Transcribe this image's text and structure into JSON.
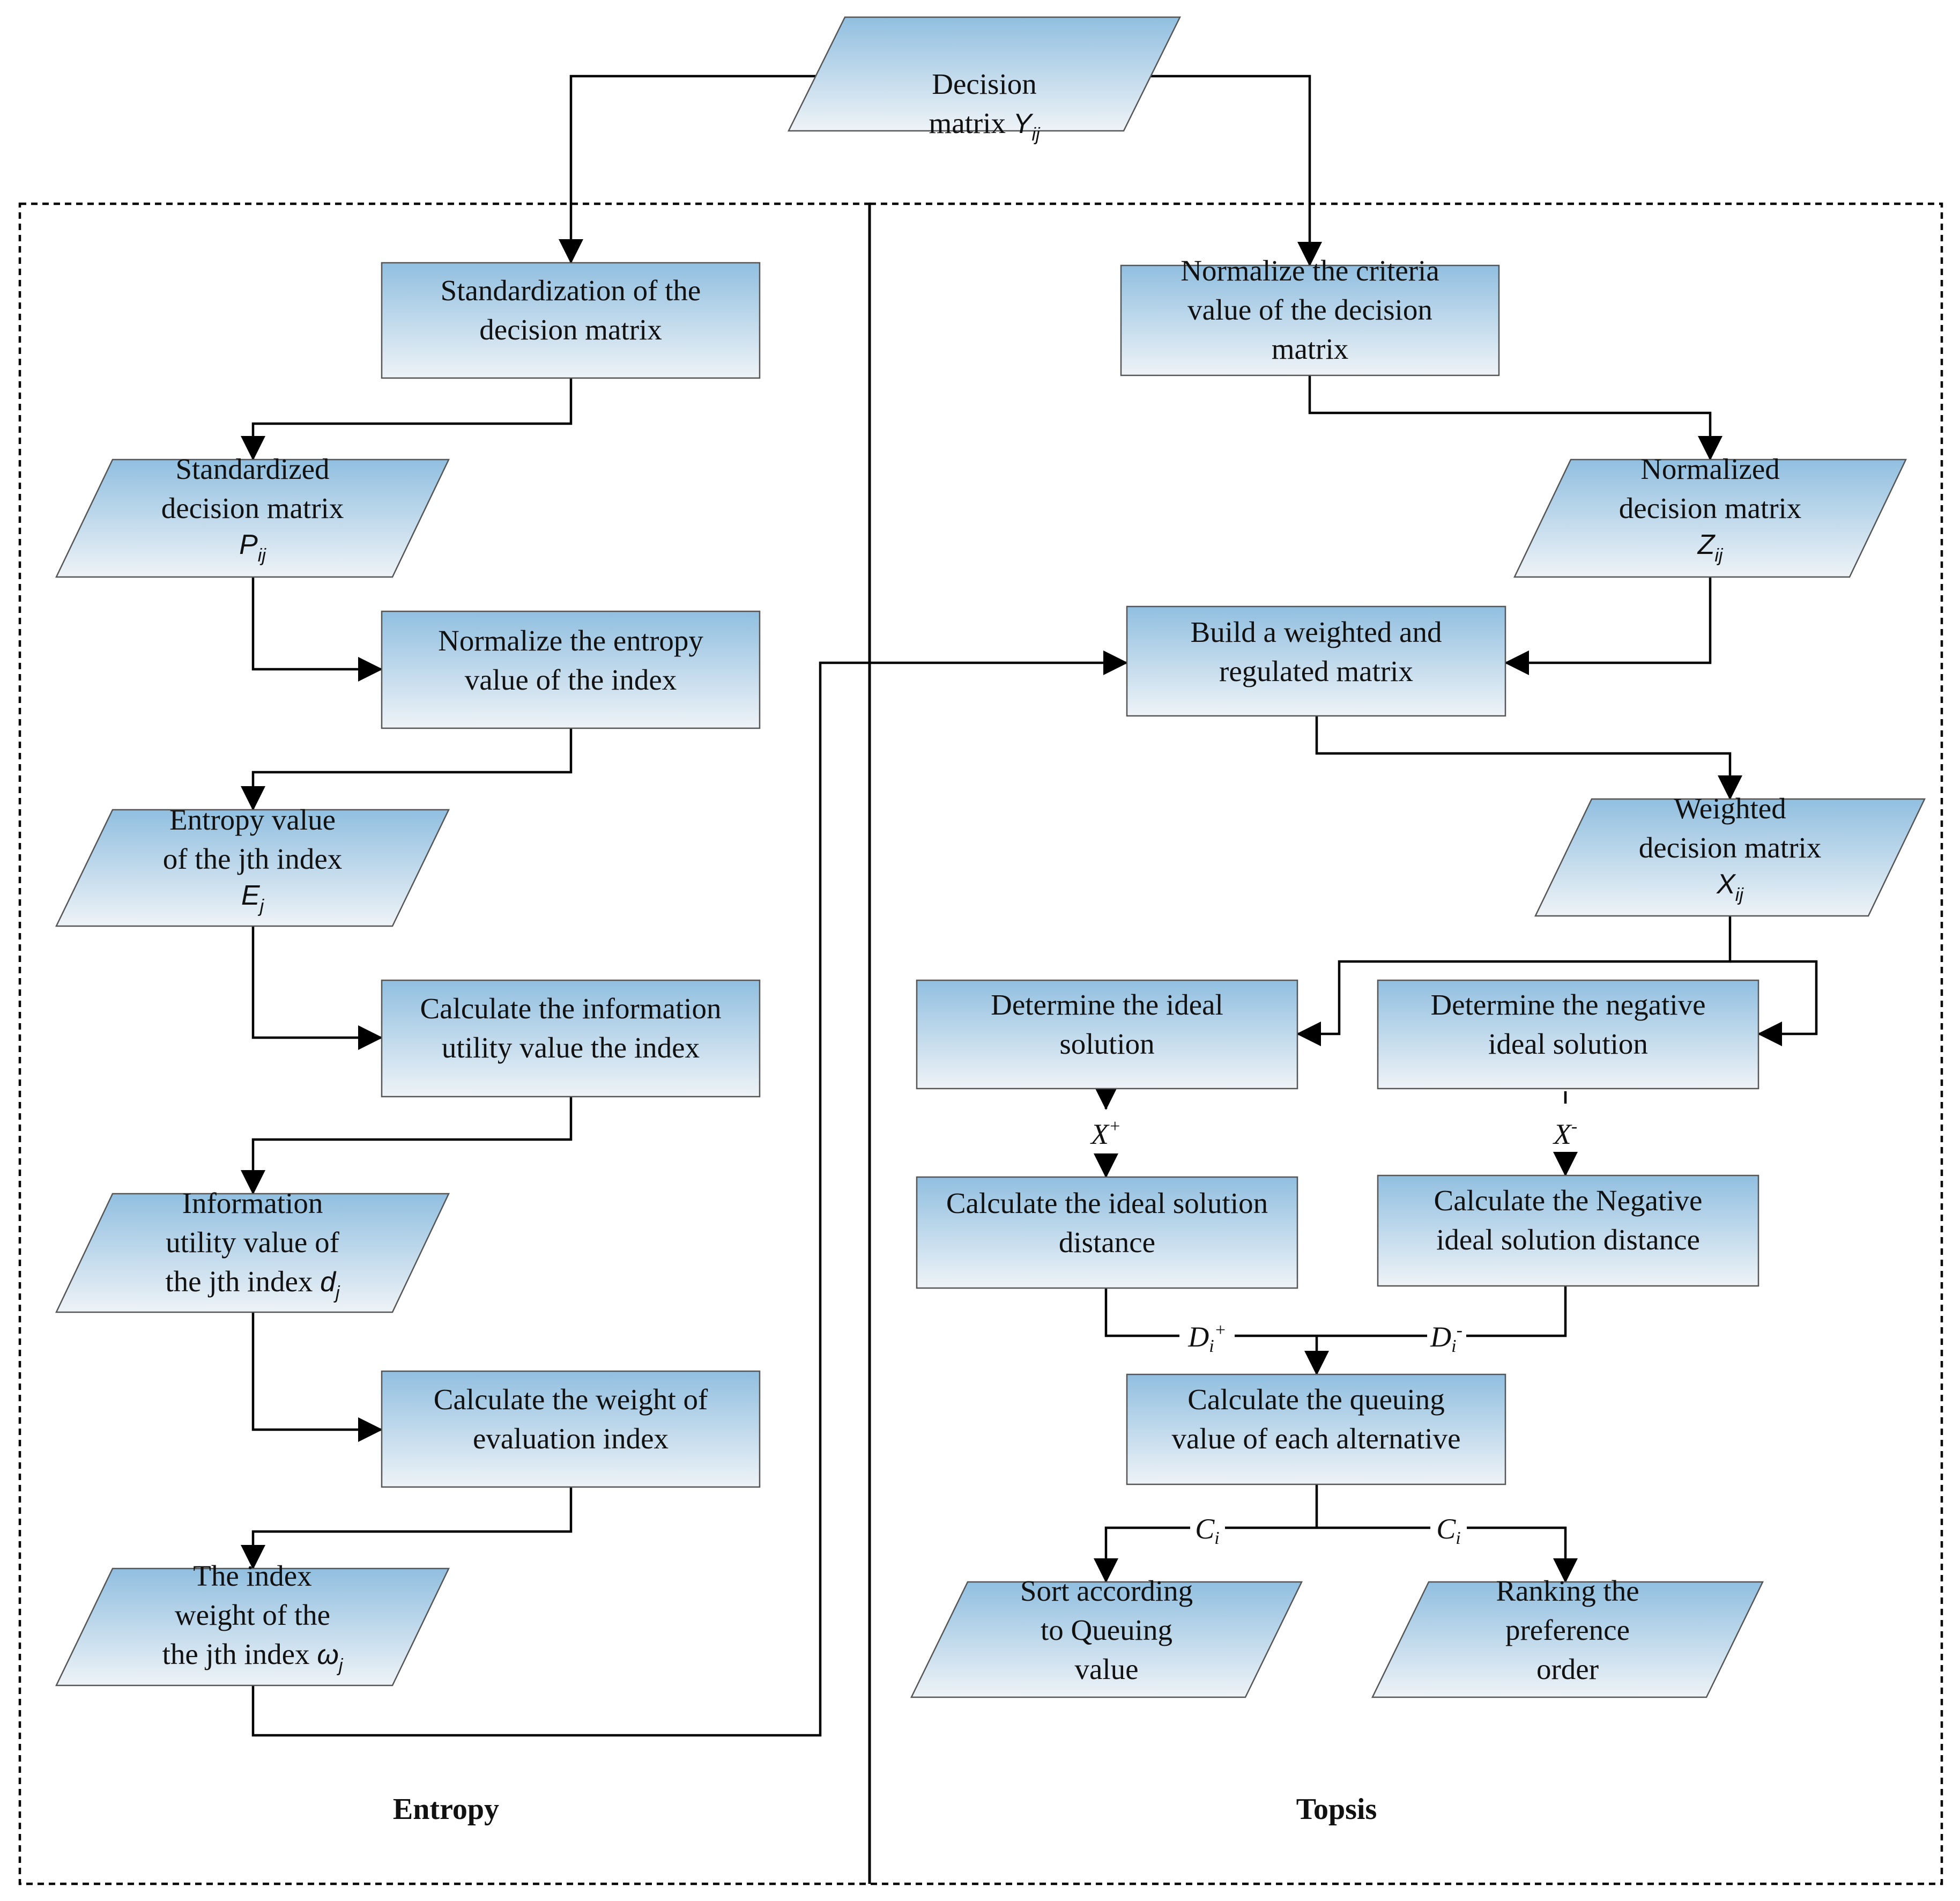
{
  "nodes": {
    "decision_matrix": {
      "lines": [
        "Decision",
        "matrix "
      ],
      "symbol": "Y",
      "sub": "ij"
    },
    "standardization": {
      "lines": [
        "Standardization of the",
        "decision matrix"
      ]
    },
    "standardized_matrix": {
      "lines": [
        "Standardized",
        "decision matrix"
      ],
      "symbol": "P",
      "sub": "ij"
    },
    "normalize_entropy": {
      "lines": [
        "Normalize the entropy",
        "value of the index"
      ]
    },
    "entropy_value": {
      "lines": [
        "Entropy value",
        "of the jth index"
      ],
      "symbol": "E",
      "sub": "j"
    },
    "calc_info_utility": {
      "lines": [
        "Calculate the information",
        "utility value the index"
      ]
    },
    "info_utility_value": {
      "lines": [
        "Information",
        "utility value of",
        "the jth index "
      ],
      "symbol": "d",
      "sub": "j"
    },
    "calc_weight": {
      "lines": [
        "Calculate the weight of",
        "evaluation index"
      ]
    },
    "index_weight": {
      "lines": [
        "The index",
        "weight of the",
        "the jth index  "
      ],
      "symbol": "ω",
      "sub": "j"
    },
    "normalize_criteria": {
      "lines": [
        "Normalize the criteria",
        "value of the decision",
        "matrix"
      ]
    },
    "normalized_matrix": {
      "lines": [
        "Normalized",
        "decision matrix"
      ],
      "symbol": "Z",
      "sub": "ij"
    },
    "build_weighted": {
      "lines": [
        "Build a weighted and",
        "regulated matrix"
      ]
    },
    "weighted_matrix": {
      "lines": [
        "Weighted",
        "decision matrix"
      ],
      "symbol": "X",
      "sub": "ij"
    },
    "determine_ideal": {
      "lines": [
        "Determine the ideal",
        "solution"
      ]
    },
    "determine_negative": {
      "lines": [
        "Determine the negative",
        "ideal solution"
      ]
    },
    "calc_ideal_distance": {
      "lines": [
        "Calculate the ideal solution",
        "distance"
      ]
    },
    "calc_negative_distance": {
      "lines": [
        "Calculate the Negative",
        "ideal  solution distance"
      ]
    },
    "calc_queuing": {
      "lines": [
        "Calculate the queuing",
        "value of each alternative"
      ]
    },
    "sort_queuing": {
      "lines": [
        "Sort according",
        "to Queuing",
        "value"
      ]
    },
    "ranking": {
      "lines": [
        "Ranking the",
        "preference",
        "order"
      ]
    }
  },
  "edge_labels": {
    "x_plus": {
      "base": "X",
      "sup": "+"
    },
    "x_minus": {
      "base": "X",
      "sup": "-"
    },
    "d_plus": {
      "base": "D",
      "sub": "i",
      "sup": "+"
    },
    "d_minus": {
      "base": "D",
      "sub": "i",
      "sup": "-"
    },
    "c_left": {
      "base": "C",
      "sub": "i"
    },
    "c_right": {
      "base": "C",
      "sub": "i"
    }
  },
  "regions": {
    "entropy": "Entropy",
    "topsis": "Topsis"
  },
  "colors": {
    "fill_top": "#91bfe0",
    "fill_bottom": "#eef3f7",
    "stroke": "#555555",
    "line": "#000000"
  }
}
